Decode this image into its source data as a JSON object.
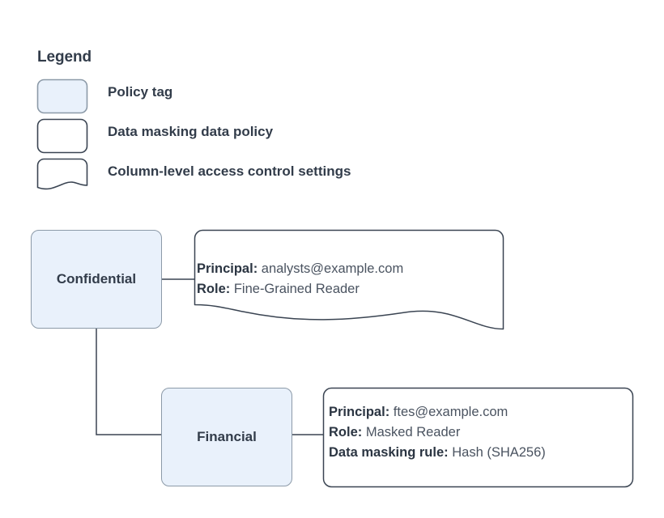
{
  "legend": {
    "title": "Legend",
    "items": [
      {
        "shape": "rounded-rect-filled",
        "label": "Policy tag",
        "fill": "#e9f1fb",
        "stroke": "#8c9aa8"
      },
      {
        "shape": "rounded-rect",
        "label": "Data masking data policy",
        "fill": "#ffffff",
        "stroke": "#3a4452"
      },
      {
        "shape": "document-wave",
        "label": "Column-level access control settings",
        "fill": "#ffffff",
        "stroke": "#3a4452"
      }
    ]
  },
  "diagram": {
    "nodes": [
      {
        "id": "confidential",
        "label": "Confidential",
        "fill": "#e9f1fb",
        "stroke": "#8c9aa8"
      },
      {
        "id": "financial",
        "label": "Financial",
        "fill": "#e9f1fb",
        "stroke": "#8c9aa8"
      }
    ],
    "callouts": [
      {
        "id": "confidential-access",
        "shape": "document-wave",
        "lines": [
          {
            "key": "Principal:",
            "value": "analysts@example.com"
          },
          {
            "key": "Role:",
            "value": "Fine-Grained Reader"
          }
        ]
      },
      {
        "id": "financial-access",
        "shape": "rounded-rect",
        "lines": [
          {
            "key": "Principal:",
            "value": "ftes@example.com"
          },
          {
            "key": "Role:",
            "value": "Masked Reader"
          },
          {
            "key": "Data masking rule:",
            "value": "Hash (SHA256)"
          }
        ]
      }
    ],
    "connectors": [
      {
        "from": "confidential",
        "to": "confidential-access",
        "style": "straight"
      },
      {
        "from": "confidential",
        "to": "financial",
        "style": "elbow"
      },
      {
        "from": "financial",
        "to": "financial-access",
        "style": "straight"
      }
    ]
  },
  "colors": {
    "node_fill": "#e9f1fb",
    "node_stroke": "#8c9aa8",
    "callout_stroke": "#3a4452",
    "connector": "#3a4452",
    "text_bold": "#2b3542",
    "text_normal": "#4a5360",
    "background": "#ffffff"
  }
}
